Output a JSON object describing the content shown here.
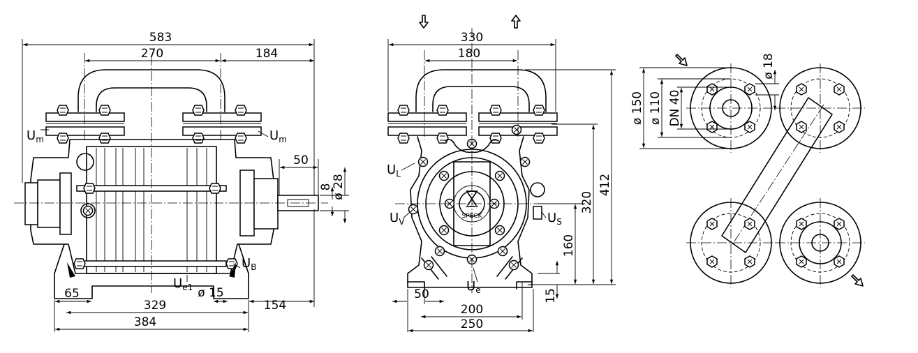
{
  "views": {
    "side": {
      "dims": {
        "overall_width": "583",
        "flange_spacing": "270",
        "flange_to_shaft": "184",
        "shaft_length": "50",
        "shaft_diameter": "ø 28",
        "key_width": "8",
        "hole_diameter": "ø 15",
        "foot_offset": "65",
        "base_length": "329",
        "shaft_offset": "154",
        "foot_spacing": "384"
      },
      "labels": {
        "u_m": "U",
        "u_m_sub": "m",
        "u_b": "U",
        "u_b_sub": "B",
        "u_e1": "U",
        "u_e1_sub": "e1"
      }
    },
    "front": {
      "dims": {
        "overall_width": "330",
        "flange_spacing": "180",
        "total_height": "412",
        "flange_height": "320",
        "shaft_height": "160",
        "foot_height": "15",
        "foot_width": "50",
        "hole_spacing": "200",
        "base_width": "250"
      },
      "labels": {
        "u_l": "U",
        "u_l_sub": "L",
        "u_v": "U",
        "u_v_sub": "V",
        "u_s": "U",
        "u_s_sub": "S",
        "u_e": "U",
        "u_e_sub": "e",
        "brand": "SPECK"
      },
      "arrows": [
        "inlet-arrow-down",
        "outlet-arrow-up"
      ]
    },
    "top": {
      "dims": {
        "flange_diameter": "ø 150",
        "bolt_circle": "ø 110",
        "nominal_size": "DN 40",
        "bolt_hole": "ø 18"
      },
      "arrows": [
        "inlet-arrow-diagonal",
        "outlet-arrow-diagonal"
      ]
    }
  }
}
